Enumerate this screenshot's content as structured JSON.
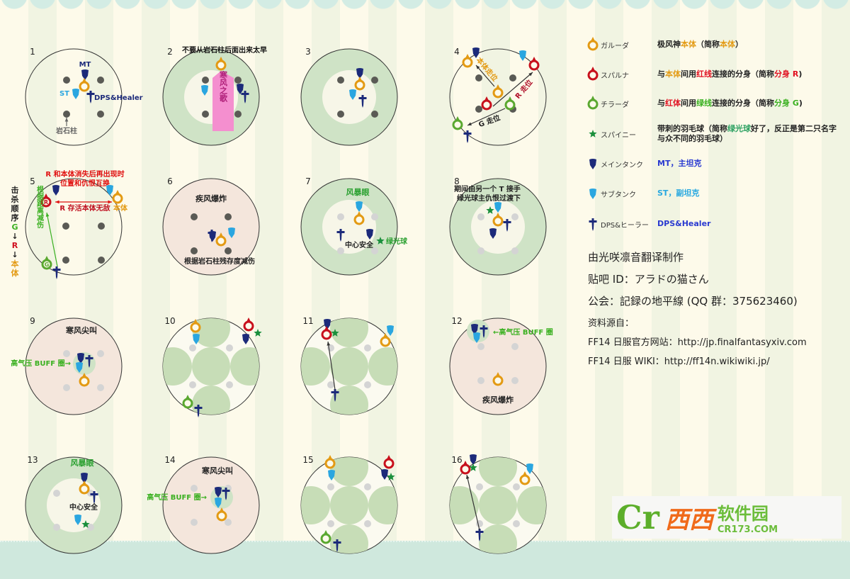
{
  "colors": {
    "garuda": "#e39a13",
    "suparna": "#c8101c",
    "chirada": "#5aa830",
    "mt": "#1c2a7a",
    "st": "#2aa6e0",
    "dps": "#1c2a7a",
    "star": "#1a8f3c",
    "pillar": "#5a5a55",
    "pillar_light": "#d4d4d4",
    "ring_green": "#cfe3c6",
    "pink": "#f4e6dc",
    "arrow_pink": "#f48fcf"
  },
  "legend": [
    {
      "jp": "ガルーダ",
      "desc": [
        "极风神",
        "本体",
        "（简称",
        "本体",
        "）"
      ]
    },
    {
      "jp": "スパルナ",
      "desc": [
        "与",
        "本体",
        "间用",
        "红线",
        "连接的分身（简称",
        "分身 R",
        ")"
      ]
    },
    {
      "jp": "チラーダ",
      "desc": [
        "与",
        "红体",
        "间用",
        "绿线",
        "连接的分身（简称",
        "分身 G",
        ")"
      ]
    },
    {
      "jp": "スパイニー",
      "desc": [
        "带刺的羽毛球（简称",
        "绿光球",
        "好了，反正是第二只名字与众不同的羽毛球）"
      ]
    },
    {
      "jp": "メインタンク",
      "desc": [
        "MT，主坦克"
      ]
    },
    {
      "jp": "サブタンク",
      "desc": [
        "ST，副坦克"
      ]
    },
    {
      "jp": "DPS&ヒーラー",
      "desc": [
        "DPS&Healer"
      ]
    }
  ],
  "credits": {
    "translator": "由光咲凛音翻译制作",
    "tieba": "贴吧 ID：アラドの猫さん",
    "guild": "公会：記録の地平線 (QQ 群：375623460)",
    "source_label": "资料源自：",
    "source1": "FF14 日服官方网站：http://jp.finalfantasyxiv.com",
    "source2": "FF14 日服 WIKI：http://ff14n.wikiwiki.jp/"
  },
  "logo": {
    "cr": "Cr",
    "xixi": "西西",
    "rjy": "软件园",
    "url": "CR173.COM"
  },
  "kill_order": [
    "击",
    "杀",
    "顺",
    "序",
    "G",
    "↓",
    "R",
    "↓",
    "本",
    "体"
  ],
  "diagrams": {
    "d1": {
      "num": "1",
      "mt": "MT",
      "st": "ST",
      "dps": "DPS&Healer",
      "pillar": "岩石柱"
    },
    "d2": {
      "num": "2",
      "title": "不要从岩石柱后面出来太早",
      "attack": "寒风之歌"
    },
    "d3": {
      "num": "3"
    },
    "d4": {
      "num": "4",
      "garuda_move": "本体走位",
      "r_move": "R 走位",
      "g_move": "G 走位"
    },
    "d5": {
      "num": "5",
      "note1": "R 和本体消失后再出现时",
      "note2": "位置和仇恨互换",
      "invuln": "R 存活本体无敌",
      "garuda": "本体",
      "dist": "根据距离减伤"
    },
    "d6": {
      "num": "6",
      "title": "疾风爆炸",
      "note": "根据岩石柱残存度减伤"
    },
    "d7": {
      "num": "7",
      "title": "风暴眼",
      "safe": "中心安全",
      "orb": "绿光球"
    },
    "d8": {
      "num": "8",
      "note1": "期间由另一个 T 接手",
      "note2": "绿光球主仇恨过渡下"
    },
    "d9": {
      "num": "9",
      "title": "寒风尖叫",
      "buff": "高气压 BUFF 圈→"
    },
    "d10": {
      "num": "10"
    },
    "d11": {
      "num": "11"
    },
    "d12": {
      "num": "12",
      "buff": "←高气压 BUFF 圈",
      "title": "疾风爆炸"
    },
    "d13": {
      "num": "13",
      "title": "风暴眼",
      "safe": "中心安全"
    },
    "d14": {
      "num": "14",
      "title": "寒风尖叫",
      "buff": "高气压 BUFF 圈→"
    },
    "d15": {
      "num": "15"
    },
    "d16": {
      "num": "16"
    }
  }
}
